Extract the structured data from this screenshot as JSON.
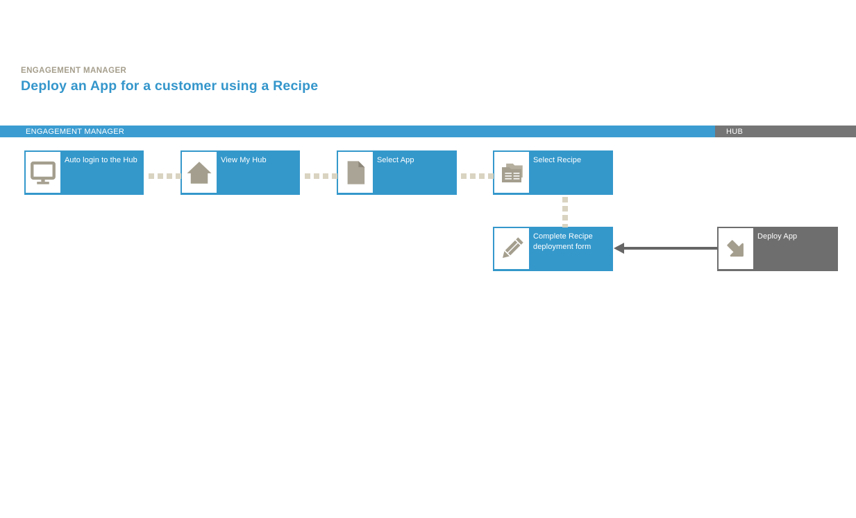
{
  "header": {
    "eyebrow": "ENGAGEMENT MANAGER",
    "title": "Deploy an App for a customer using a Recipe"
  },
  "lanes": [
    {
      "id": "engagement-manager",
      "label": "ENGAGEMENT MANAGER",
      "color": "#3b9cd1"
    },
    {
      "id": "hub",
      "label": "HUB",
      "color": "#757575"
    }
  ],
  "steps": [
    {
      "label": "Auto login to the Hub",
      "icon": "monitor-icon",
      "lane": "ENGAGEMENT MANAGER"
    },
    {
      "label": "View My Hub",
      "icon": "home-icon",
      "lane": "ENGAGEMENT MANAGER"
    },
    {
      "label": "Select App",
      "icon": "document-icon",
      "lane": "ENGAGEMENT MANAGER"
    },
    {
      "label": "Select Recipe",
      "icon": "folder-stack-icon",
      "lane": "ENGAGEMENT MANAGER"
    },
    {
      "label": "Complete Recipe deployment form",
      "icon": "pencil-icon",
      "lane": "ENGAGEMENT MANAGER"
    },
    {
      "label": "Deploy App",
      "icon": "arrow-down-right-icon",
      "lane": "HUB"
    }
  ],
  "connectors": [
    {
      "from": "Auto login to the Hub",
      "to": "View My Hub",
      "style": "dotted"
    },
    {
      "from": "View My Hub",
      "to": "Select App",
      "style": "dotted"
    },
    {
      "from": "Select App",
      "to": "Select Recipe",
      "style": "dotted"
    },
    {
      "from": "Select Recipe",
      "to": "Complete Recipe deployment form",
      "style": "dotted"
    },
    {
      "from": "Deploy App",
      "to": "Complete Recipe deployment form",
      "style": "solid-arrow"
    }
  ],
  "colors": {
    "accent_blue": "#3498cb",
    "lane_gray": "#757575",
    "box_gray": "#6e6e6e",
    "icon_tan": "#a49e8e",
    "dot_tan": "#d9d3c1",
    "eyebrow_tan": "#a59e8c",
    "arrow_gray": "#666666"
  }
}
